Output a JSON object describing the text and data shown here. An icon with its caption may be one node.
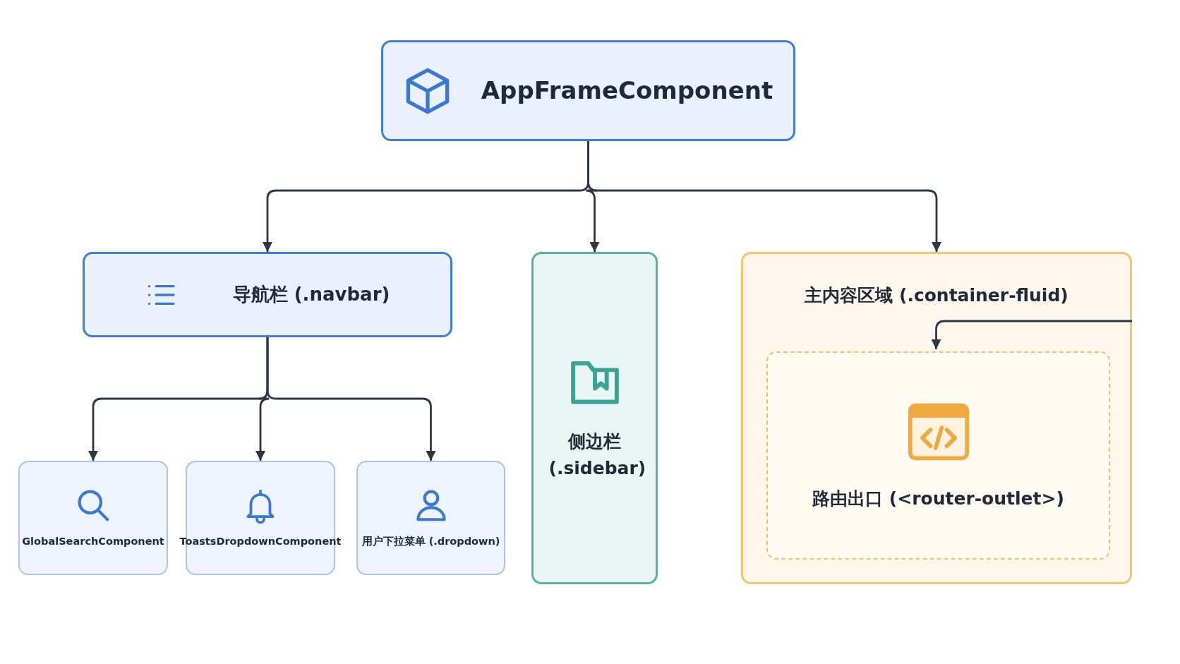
{
  "diagram": {
    "nodes": [
      {
        "text": [
          "AppFrameComponent"
        ]
      },
      {
        "text": [
          "导航栏 (.navbar)"
        ]
      },
      {
        "text": [
          "侧边栏 (.sidebar)"
        ]
      },
      {
        "text": [
          "主内容区域 (.container-fluid)"
        ]
      },
      {
        "text": [
          "路由出口 (<router-outlet>)"
        ],
        "in": 3
      },
      {
        "text": [
          "GlobalSearchComponent"
        ]
      },
      {
        "text": [
          "ToastsDropdownComponent"
        ]
      },
      {
        "text": [
          "用户下拉菜单 (.dropdown)"
        ]
      }
    ],
    "edges": [
      {
        "from": 0,
        "to": 1,
        "arrow": "to"
      },
      {
        "from": 0,
        "to": 2,
        "arrow": "to"
      },
      {
        "from": 0,
        "to": 3,
        "arrow": "to"
      },
      {
        "from": 1,
        "to": 5,
        "arrow": "to"
      },
      {
        "from": 1,
        "to": 6,
        "arrow": "to"
      },
      {
        "from": 1,
        "to": 7,
        "arrow": "to"
      },
      {
        "from": 3,
        "to": 4,
        "arrow": "to"
      }
    ]
  }
}
